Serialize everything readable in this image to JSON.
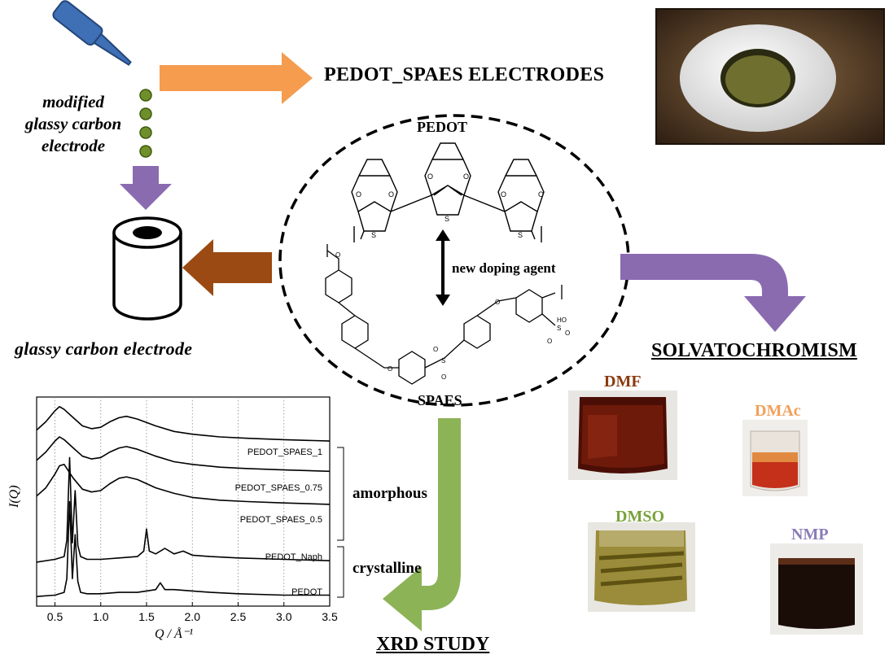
{
  "labels": {
    "modified_line1": "modified",
    "modified_line2": "glassy carbon",
    "modified_line3": "electrode",
    "pedot_electrodes": "PEDOT_SPAES ELECTRODES",
    "glassy_carbon_electrode": "glassy carbon electrode",
    "pedot": "PEDOT",
    "spaes": "SPAES",
    "new_doping_agent": "new doping agent",
    "solvatochromism": "SOLVATOCHROMISM",
    "xrd_study": "XRD STUDY",
    "amorphous": "amorphous",
    "crystalline": "crystalline"
  },
  "solvents": [
    {
      "name": "DMF",
      "color": "#8b3a0f"
    },
    {
      "name": "DMAc",
      "color": "#f2a05a"
    },
    {
      "name": "DMSO",
      "color": "#7aa23a"
    },
    {
      "name": "NMP",
      "color": "#8a7cb8"
    }
  ],
  "colors": {
    "orange_arrow": "#f59c4f",
    "brown_arrow": "#9a4a12",
    "purple_arrow": "#8a6bb0",
    "green_arrow": "#8db357",
    "pipette_blue": "#3f6fb5",
    "dots_green": "#6f8f2a"
  },
  "chart_data": {
    "type": "line",
    "xlabel": "Q / Å⁻¹",
    "ylabel": "I(Q)",
    "xlim": [
      0.3,
      3.5
    ],
    "xticks": [
      "0.5",
      "1.0",
      "1.5",
      "2.0",
      "2.5",
      "3.0",
      "3.5"
    ],
    "grid": "vertical dotted",
    "series": [
      {
        "name": "PEDOT_SPAES_1",
        "x": [
          0.3,
          0.4,
          0.5,
          0.55,
          0.6,
          0.7,
          0.8,
          0.9,
          1.0,
          1.1,
          1.2,
          1.28,
          1.4,
          1.6,
          1.8,
          2.0,
          2.3,
          2.6,
          3.0,
          3.5
        ],
        "y": [
          6.4,
          6.7,
          7.1,
          7.25,
          7.15,
          6.85,
          6.55,
          6.45,
          6.5,
          6.7,
          6.85,
          6.9,
          6.8,
          6.55,
          6.35,
          6.25,
          6.15,
          6.1,
          6.05,
          6.0
        ]
      },
      {
        "name": "PEDOT_SPAES_0.75",
        "x": [
          0.3,
          0.4,
          0.5,
          0.55,
          0.6,
          0.7,
          0.8,
          0.9,
          1.0,
          1.1,
          1.2,
          1.28,
          1.4,
          1.6,
          1.8,
          2.0,
          2.3,
          2.6,
          3.0,
          3.5
        ],
        "y": [
          5.3,
          5.6,
          6.0,
          6.15,
          6.05,
          5.75,
          5.45,
          5.35,
          5.4,
          5.6,
          5.75,
          5.8,
          5.7,
          5.45,
          5.25,
          5.15,
          5.05,
          5.0,
          4.95,
          4.9
        ]
      },
      {
        "name": "PEDOT_SPAES_0.5",
        "x": [
          0.3,
          0.4,
          0.5,
          0.55,
          0.6,
          0.7,
          0.8,
          0.9,
          1.0,
          1.1,
          1.2,
          1.28,
          1.4,
          1.6,
          1.8,
          2.0,
          2.3,
          2.6,
          3.0,
          3.5
        ],
        "y": [
          4.0,
          4.3,
          4.8,
          5.1,
          5.15,
          4.65,
          4.25,
          4.15,
          4.2,
          4.45,
          4.65,
          4.7,
          4.6,
          4.3,
          4.1,
          3.95,
          3.85,
          3.8,
          3.75,
          3.7
        ]
      },
      {
        "name": "PEDOT_Naph",
        "x": [
          0.3,
          0.5,
          0.6,
          0.63,
          0.66,
          0.69,
          0.72,
          0.75,
          0.78,
          0.85,
          1.0,
          1.2,
          1.4,
          1.47,
          1.5,
          1.53,
          1.6,
          1.7,
          1.8,
          1.9,
          2.0,
          2.2,
          2.5,
          3.0,
          3.5
        ],
        "y": [
          1.6,
          1.7,
          1.8,
          2.4,
          5.4,
          2.3,
          4.2,
          2.2,
          1.8,
          1.7,
          1.7,
          1.75,
          1.8,
          2.0,
          2.8,
          2.0,
          1.9,
          2.1,
          1.9,
          2.0,
          1.85,
          1.8,
          1.75,
          1.7,
          1.65
        ]
      },
      {
        "name": "PEDOT",
        "x": [
          0.3,
          0.5,
          0.6,
          0.63,
          0.66,
          0.69,
          0.72,
          0.75,
          0.78,
          0.85,
          1.0,
          1.2,
          1.4,
          1.5,
          1.6,
          1.65,
          1.7,
          1.8,
          2.0,
          2.2,
          2.5,
          3.0,
          3.5
        ],
        "y": [
          0.35,
          0.4,
          0.5,
          1.0,
          3.8,
          1.0,
          2.6,
          0.9,
          0.5,
          0.45,
          0.45,
          0.5,
          0.5,
          0.55,
          0.6,
          0.85,
          0.6,
          0.6,
          0.55,
          0.5,
          0.45,
          0.4,
          0.4
        ]
      }
    ]
  }
}
